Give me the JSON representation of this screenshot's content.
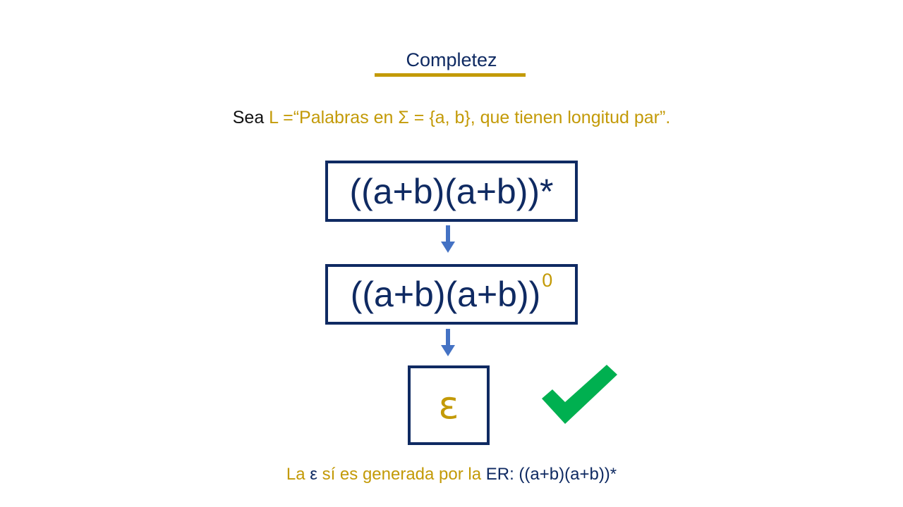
{
  "slide": {
    "title": "Completez",
    "definition": {
      "prefix": "Sea ",
      "text": "L =“Palabras en Σ = {a, b}, que tienen longitud par”."
    },
    "box1_text": "((a+b)(a+b))*",
    "box2": {
      "base": "((a+b)(a+b))",
      "exponent": "0"
    },
    "box3_text": "ε",
    "footer": {
      "part1": "La ",
      "epsilon": "ε",
      "part2": " sí es generada por la ",
      "er_label": "ER: ((a+b)(a+b))*"
    }
  },
  "icons": {
    "arrow": "arrow-down-icon",
    "check": "checkmark-icon"
  },
  "colors": {
    "navy": "#0f2a62",
    "gold": "#c39a07",
    "arrow_blue": "#4472c4",
    "check_green": "#00b050"
  }
}
